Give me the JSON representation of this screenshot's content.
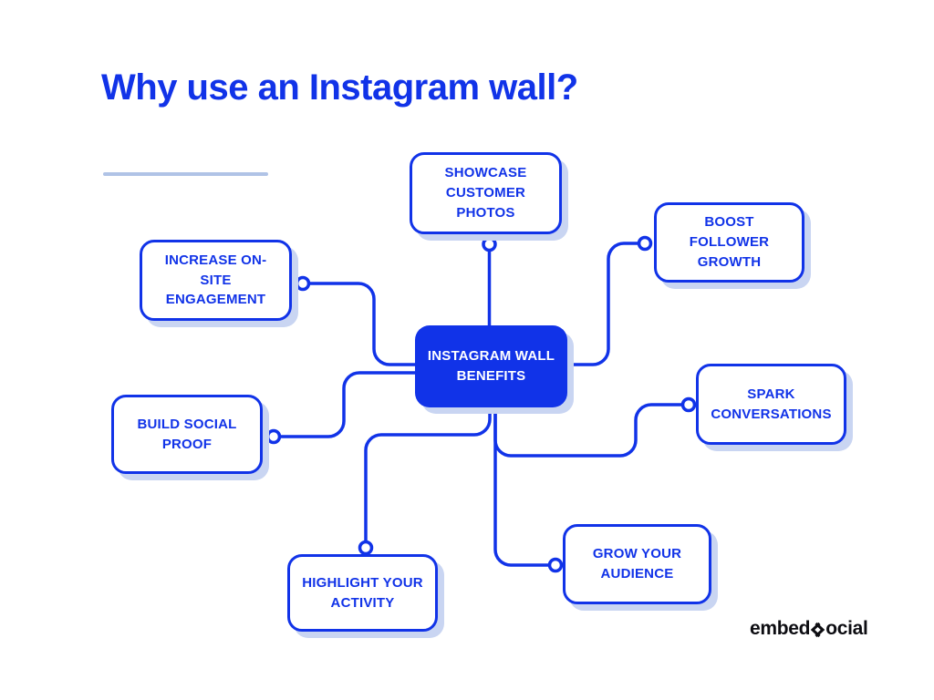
{
  "title": {
    "text": "Why use an Instagram wall?"
  },
  "colors": {
    "accent": "#1133E8",
    "node_background": "#FFFFFF",
    "center_fill": "#1133E8",
    "center_text": "#FFFFFF",
    "shadow": "#C9D5F2",
    "divider": "#B0C3E6",
    "logo_ink": "#0D0D12"
  },
  "diagram": {
    "center": {
      "label": "INSTAGRAM WALL\nBENEFITS"
    },
    "nodes": [
      {
        "id": "showcase",
        "label": "SHOWCASE\nCUSTOMER\nPHOTOS"
      },
      {
        "id": "boost",
        "label": "BOOST FOLLOWER\nGROWTH"
      },
      {
        "id": "increase",
        "label": "INCREASE ON-\nSITE\nENGAGEMENT"
      },
      {
        "id": "build",
        "label": "BUILD SOCIAL\nPROOF"
      },
      {
        "id": "spark",
        "label": "SPARK\nCONVERSATIONS"
      },
      {
        "id": "grow",
        "label": "GROW YOUR\nAUDIENCE"
      },
      {
        "id": "highlight",
        "label": "HIGHLIGHT YOUR\nACTIVITY"
      }
    ]
  },
  "logo": {
    "prefix": "embed",
    "suffix": "ocial",
    "icon": "interlocked-angle-brackets-icon"
  }
}
